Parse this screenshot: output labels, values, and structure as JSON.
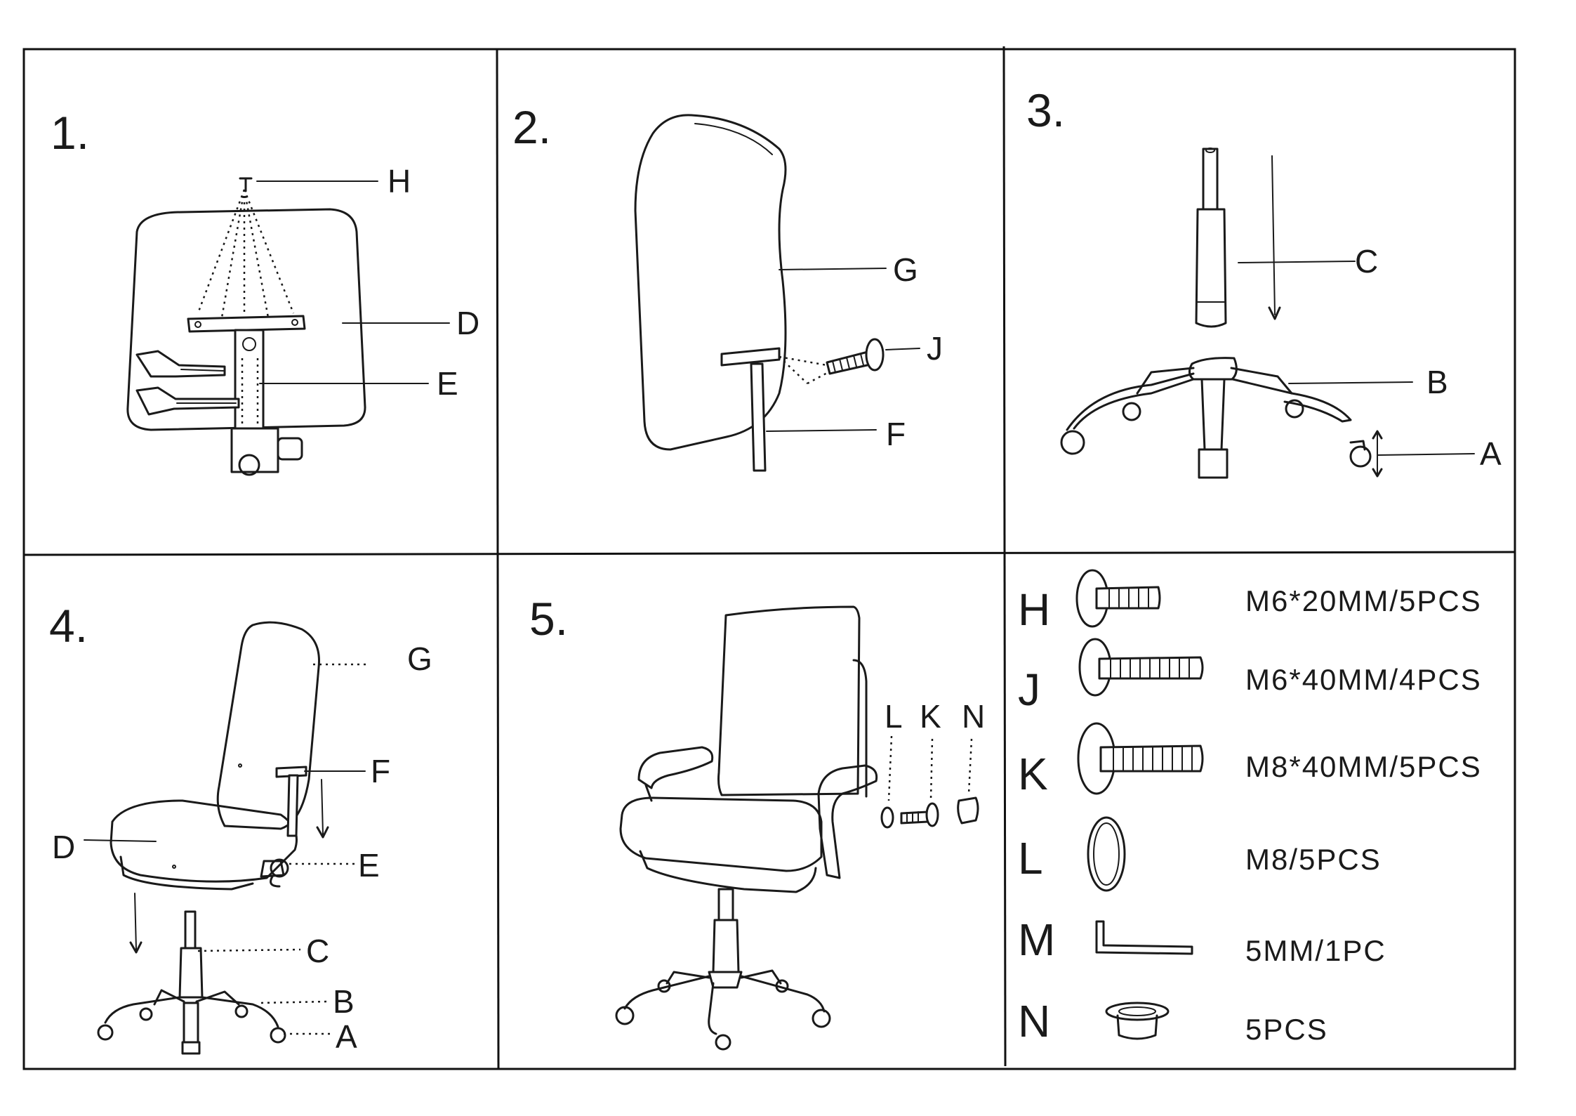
{
  "steps": [
    {
      "number": "1.",
      "labels": {
        "H": "H",
        "D": "D",
        "E": "E"
      }
    },
    {
      "number": "2.",
      "labels": {
        "G": "G",
        "J": "J",
        "F": "F"
      }
    },
    {
      "number": "3.",
      "labels": {
        "C": "C",
        "B": "B",
        "A": "A"
      }
    },
    {
      "number": "4.",
      "labels": {
        "G": "G",
        "F": "F",
        "D": "D",
        "E": "E",
        "C": "C",
        "B": "B",
        "A": "A"
      }
    },
    {
      "number": "5.",
      "labels": {
        "L": "L",
        "K": "K",
        "N": "N"
      }
    }
  ],
  "hardware": [
    {
      "letter": "H",
      "spec": "M6*20MM/5PCS",
      "icon": "short-bolt-icon"
    },
    {
      "letter": "J",
      "spec": "M6*40MM/4PCS",
      "icon": "long-bolt-icon"
    },
    {
      "letter": "K",
      "spec": "M8*40MM/5PCS",
      "icon": "long-bolt-icon"
    },
    {
      "letter": "L",
      "spec": "M8/5PCS",
      "icon": "washer-icon"
    },
    {
      "letter": "M",
      "spec": "5MM/1PC",
      "icon": "hex-key-icon"
    },
    {
      "letter": "N",
      "spec": "5PCS",
      "icon": "cap-icon"
    }
  ]
}
